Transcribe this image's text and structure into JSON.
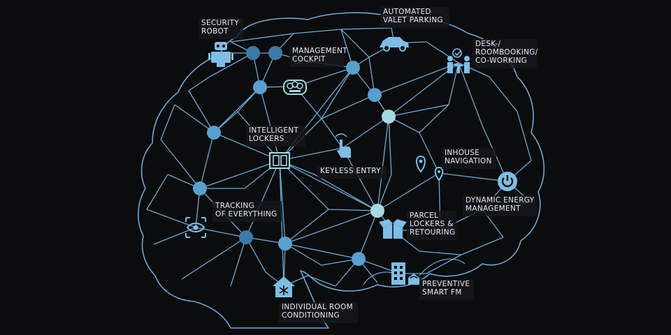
{
  "diagram": {
    "labels": [
      {
        "id": "security-robot",
        "lines": [
          "SECURITY",
          "ROBOT"
        ]
      },
      {
        "id": "automated-valet-parking",
        "lines": [
          "AUTOMATED",
          "VALET PARKING"
        ]
      },
      {
        "id": "management-cockpit",
        "lines": [
          "MANAGEMENT",
          "COCKPIT"
        ]
      },
      {
        "id": "desk-roombooking",
        "lines": [
          "DESK-/",
          "ROOMBOOKING/",
          "CO-WORKING"
        ]
      },
      {
        "id": "intelligent-lockers",
        "lines": [
          "INTELLIGENT",
          "LOCKERS"
        ]
      },
      {
        "id": "keyless-entry",
        "lines": [
          "KEYLESS ENTRY"
        ]
      },
      {
        "id": "inhouse-navigation",
        "lines": [
          "INHOUSE",
          "NAVIGATION"
        ]
      },
      {
        "id": "dynamic-energy-management",
        "lines": [
          "DYNAMIC ENERGY",
          "MANAGEMENT"
        ]
      },
      {
        "id": "tracking-of-everything",
        "lines": [
          "TRACKING",
          "OF EVERYTHING"
        ]
      },
      {
        "id": "parcel-lockers",
        "lines": [
          "PARCEL",
          "LOCKERS &",
          "RETOURING"
        ]
      },
      {
        "id": "preventive-smart-fm",
        "lines": [
          "PREVENTIVE",
          "SMART FM"
        ]
      },
      {
        "id": "individual-room-conditioning",
        "lines": [
          "INDIVIDUAL ROOM",
          "CONDITIONING"
        ]
      }
    ],
    "icons": [
      {
        "id": "robot",
        "name": "robot-icon"
      },
      {
        "id": "car",
        "name": "car-icon"
      },
      {
        "id": "dashboard",
        "name": "dashboard-icon"
      },
      {
        "id": "meeting",
        "name": "meeting-people-icon"
      },
      {
        "id": "lockers",
        "name": "lockers-icon"
      },
      {
        "id": "touch",
        "name": "touch-hand-icon"
      },
      {
        "id": "pin",
        "name": "location-pin-icon"
      },
      {
        "id": "power",
        "name": "power-button-icon"
      },
      {
        "id": "eye",
        "name": "eye-tracking-icon"
      },
      {
        "id": "parcel",
        "name": "parcel-box-icon"
      },
      {
        "id": "building",
        "name": "building-wifi-icon"
      },
      {
        "id": "house",
        "name": "house-snowflake-icon"
      }
    ],
    "colors": {
      "background": "#0b0c0e",
      "line": "#6ea9d3",
      "node_dark": "#3f7aa6",
      "node_mid": "#5aa0cf",
      "node_light": "#a8d8e3",
      "icon": "#7fbde4",
      "label_text": "#e6eaee"
    }
  }
}
